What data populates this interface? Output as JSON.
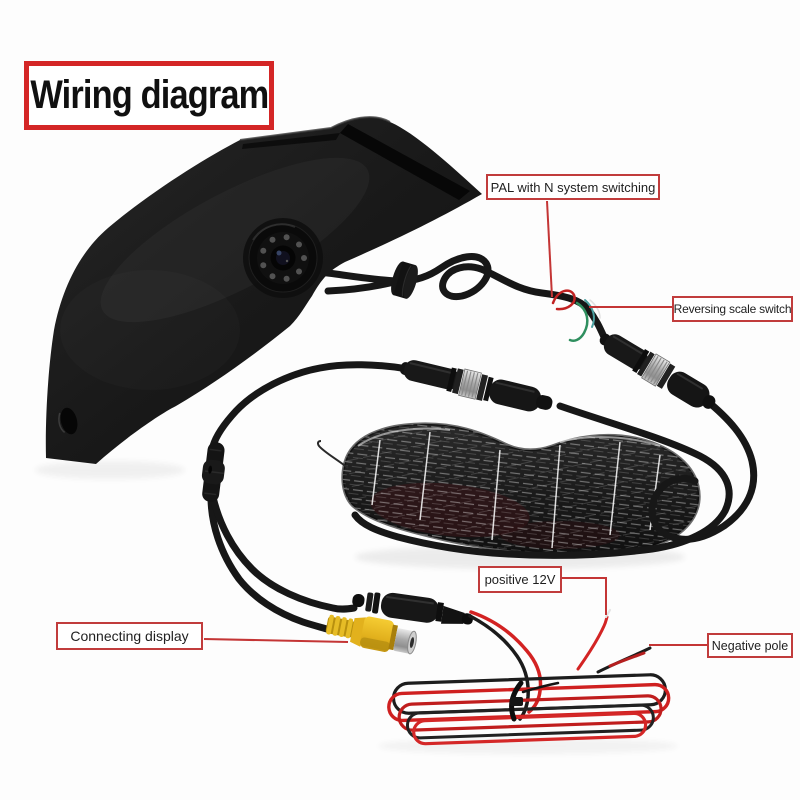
{
  "title_box": {
    "label": "Wiring diagram"
  },
  "callouts": {
    "pal": {
      "label": "PAL with N system switching"
    },
    "reversing": {
      "label": "Reversing scale switch"
    },
    "connecting": {
      "label": "Connecting display"
    },
    "positive": {
      "label": "positive 12V"
    },
    "negative": {
      "label": "Negative pole"
    }
  },
  "colors": {
    "background": "#fdfdfd",
    "callout_border_red": "#c13c3c",
    "title_border_red": "#d42626",
    "callout_line_red": "#c43535",
    "wire_red": "#d32222",
    "wire_black": "#1b1b1b",
    "wire_green": "#2f8f5f",
    "rca_yellow": "#e9bc24",
    "connector_silver": "#bdbdbd",
    "housing_black": "#181818"
  },
  "components": [
    "camera-housing",
    "camera-lens-pod",
    "ir-leds",
    "rubber-grommet",
    "camera-cable",
    "pigtail-wires",
    "aviation-connector-upper",
    "aviation-connector-center",
    "coiled-cable-bundle",
    "cable-ferrule",
    "rca-video-connector",
    "power-junction",
    "power-wire-bundle",
    "zip-tie"
  ]
}
